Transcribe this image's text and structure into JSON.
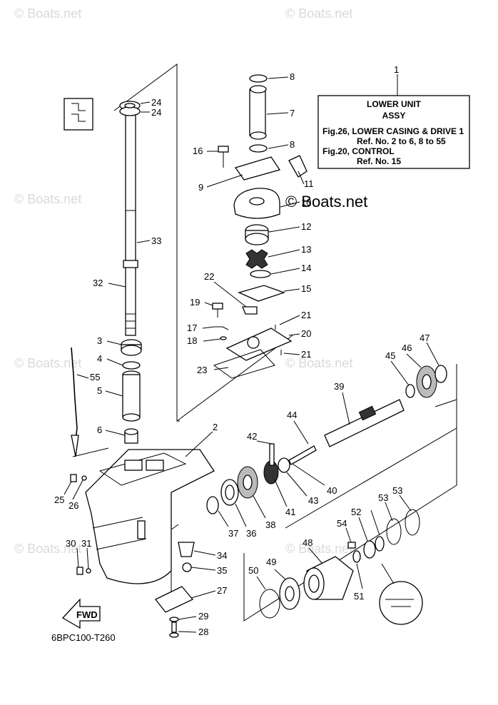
{
  "watermark": "© Boats.net",
  "center_watermark": "© Boats.net",
  "info_box": {
    "ref_number": "1",
    "title": "LOWER UNIT",
    "subtitle": "ASSY",
    "line1": "Fig.26, LOWER CASING & DRIVE 1",
    "line2": "Ref. No. 2 to 6, 8 to 55",
    "line3": "Fig.20, CONTROL",
    "line4": "Ref. No. 15"
  },
  "fwd_label": "FWD",
  "diagram_code": "6BPC100-T260",
  "callouts": [
    "8",
    "7",
    "8",
    "16",
    "9",
    "11",
    "10",
    "12",
    "13",
    "14",
    "15",
    "22",
    "19",
    "17",
    "18",
    "21",
    "20",
    "21",
    "23",
    "24",
    "24",
    "33",
    "32",
    "3",
    "4",
    "55",
    "5",
    "6",
    "2",
    "25",
    "26",
    "30",
    "31",
    "34",
    "35",
    "27",
    "29",
    "28",
    "37",
    "36",
    "38",
    "41",
    "42",
    "43",
    "40",
    "44",
    "39",
    "45",
    "46",
    "47",
    "48",
    "49",
    "50",
    "51",
    "52",
    "53",
    "53",
    "54"
  ]
}
